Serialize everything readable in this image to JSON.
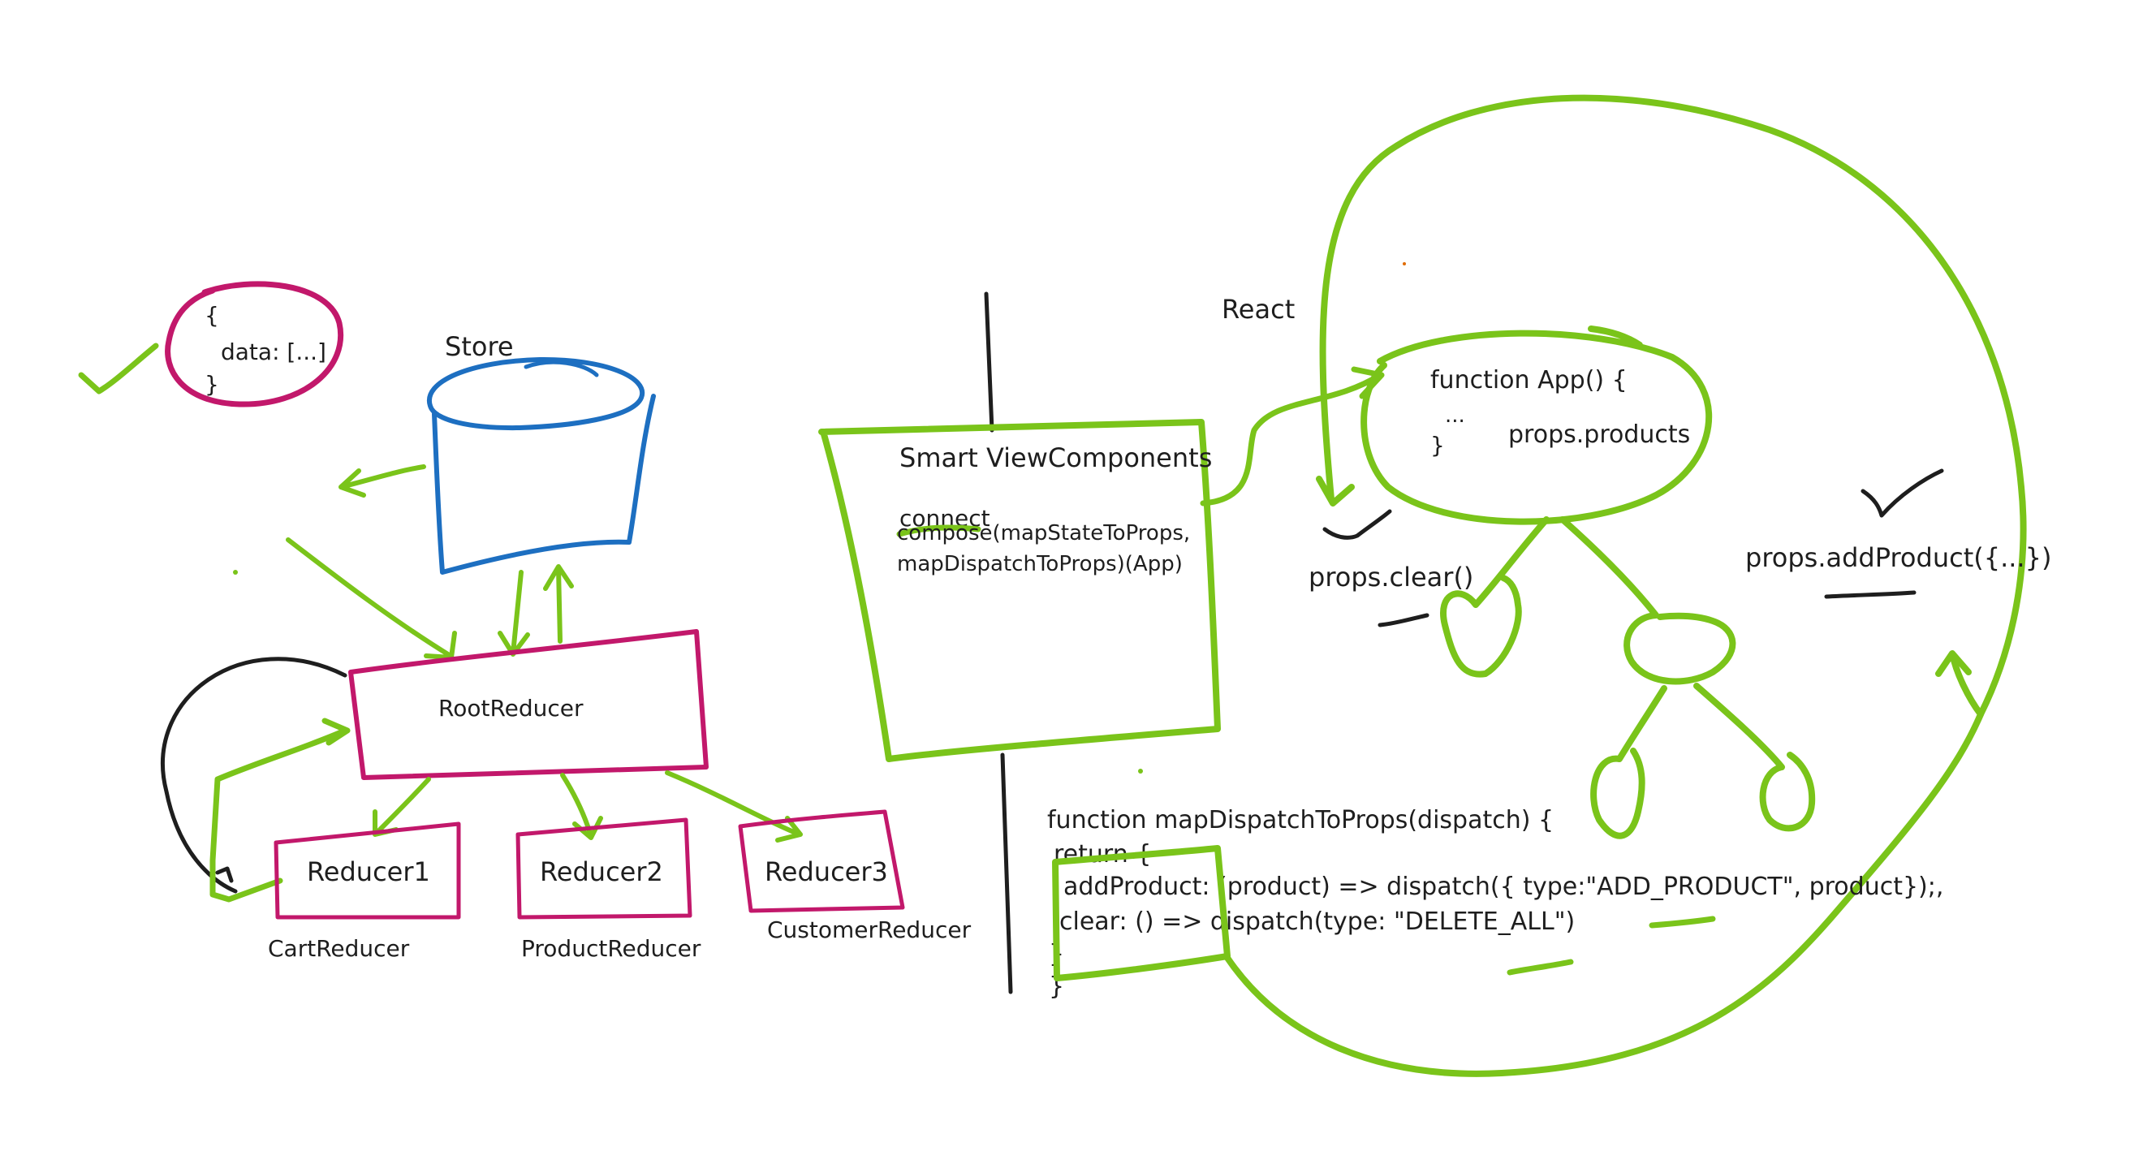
{
  "colors": {
    "green": "#7ac41a",
    "magenta": "#c2186b",
    "blue": "#1d6fc1",
    "black": "#1e1e1e",
    "background": "#ffffff"
  },
  "left": {
    "state_object": {
      "line1": "{",
      "line2": "data: [...]",
      "line3": "}"
    },
    "store_label": "Store",
    "root_reducer": "RootReducer",
    "reducers": [
      {
        "label": "Reducer1",
        "sub": "CartReducer"
      },
      {
        "label": "Reducer2",
        "sub": "ProductReducer"
      },
      {
        "label": "Reducer3",
        "sub": "CustomerReducer"
      }
    ]
  },
  "middle": {
    "smart_title": "Smart ViewComponents",
    "connect": "connect",
    "compose_line1": "compose(mapStateToProps,",
    "compose_line2": "mapDispatchToProps)(App)"
  },
  "right": {
    "react_label": "React",
    "app_line1": "function App() {",
    "app_line2": "...",
    "app_line3": "}",
    "app_props": "props.products",
    "props_clear": "props.clear()",
    "props_add": "props.addProduct({...})"
  },
  "code": {
    "line1": "function mapDispatchToProps(dispatch) {",
    "line2": "return {",
    "line3": "addProduct:   (product) => dispatch({ type:\"ADD_PRODUCT\", product});,",
    "line4": "clear: () => dispatch(type: \"DELETE_ALL\")",
    "line5": "}",
    "line6": "}"
  }
}
